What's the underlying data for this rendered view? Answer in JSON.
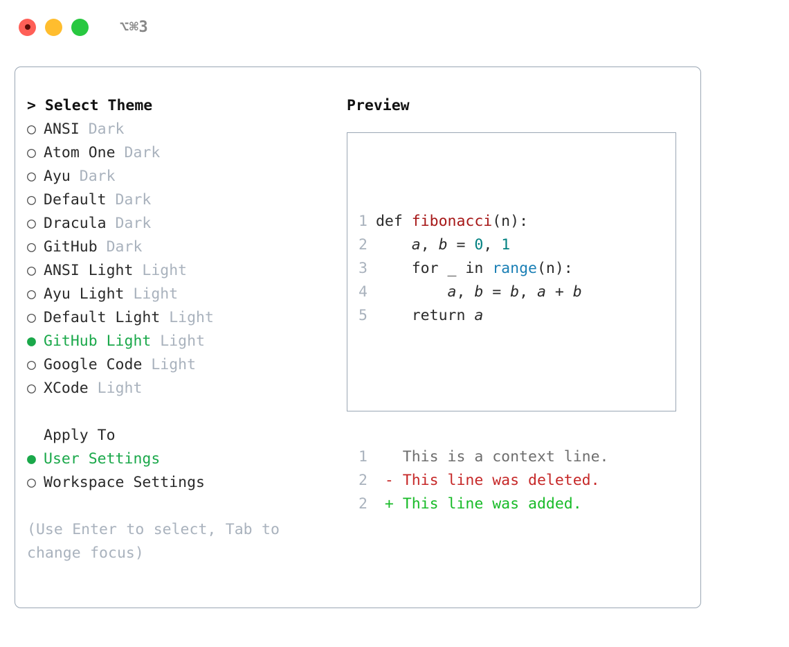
{
  "titlebar": {
    "shortcut": "⌥⌘3",
    "buttons": [
      {
        "name": "close",
        "color": "#ff5f57"
      },
      {
        "name": "minimize",
        "color": "#ffbd2e"
      },
      {
        "name": "maximize",
        "color": "#28c840"
      }
    ]
  },
  "theme_picker": {
    "heading": "> Select Theme",
    "items": [
      {
        "marker": "○",
        "label": "ANSI",
        "tag": "Dark",
        "selected": false
      },
      {
        "marker": "○",
        "label": "Atom One",
        "tag": "Dark",
        "selected": false
      },
      {
        "marker": "○",
        "label": "Ayu",
        "tag": "Dark",
        "selected": false
      },
      {
        "marker": "○",
        "label": "Default",
        "tag": "Dark",
        "selected": false
      },
      {
        "marker": "○",
        "label": "Dracula",
        "tag": "Dark",
        "selected": false
      },
      {
        "marker": "○",
        "label": "GitHub",
        "tag": "Dark",
        "selected": false
      },
      {
        "marker": "○",
        "label": "ANSI Light",
        "tag": "Light",
        "selected": false
      },
      {
        "marker": "○",
        "label": "Ayu Light",
        "tag": "Light",
        "selected": false
      },
      {
        "marker": "○",
        "label": "Default Light",
        "tag": "Light",
        "selected": false
      },
      {
        "marker": "●",
        "label": "GitHub Light",
        "tag": "Light",
        "selected": true
      },
      {
        "marker": "○",
        "label": "Google Code",
        "tag": "Light",
        "selected": false
      },
      {
        "marker": "○",
        "label": "XCode",
        "tag": "Light",
        "selected": false
      }
    ]
  },
  "apply_to": {
    "heading": "Apply To",
    "items": [
      {
        "marker": "●",
        "label": "User Settings",
        "selected": true
      },
      {
        "marker": "○",
        "label": "Workspace Settings",
        "selected": false
      }
    ]
  },
  "hint": "(Use Enter to select, Tab to change focus)",
  "preview": {
    "heading": "Preview",
    "code_lines": [
      {
        "num": "1",
        "indent": "",
        "parts": [
          {
            "t": "def ",
            "k": "plain"
          },
          {
            "t": "fibonacci",
            "k": "fn"
          },
          {
            "t": "(n):",
            "k": "plain"
          }
        ]
      },
      {
        "num": "2",
        "indent": "    ",
        "parts": [
          {
            "t": "a",
            "k": "var"
          },
          {
            "t": ", ",
            "k": "plain"
          },
          {
            "t": "b",
            "k": "var"
          },
          {
            "t": " = ",
            "k": "plain"
          },
          {
            "t": "0",
            "k": "num"
          },
          {
            "t": ", ",
            "k": "plain"
          },
          {
            "t": "1",
            "k": "num"
          }
        ]
      },
      {
        "num": "3",
        "indent": "    ",
        "parts": [
          {
            "t": "for _ in ",
            "k": "plain"
          },
          {
            "t": "range",
            "k": "bi"
          },
          {
            "t": "(n):",
            "k": "plain"
          }
        ]
      },
      {
        "num": "4",
        "indent": "        ",
        "parts": [
          {
            "t": "a",
            "k": "var"
          },
          {
            "t": ", ",
            "k": "plain"
          },
          {
            "t": "b",
            "k": "var"
          },
          {
            "t": " = ",
            "k": "plain"
          },
          {
            "t": "b",
            "k": "var"
          },
          {
            "t": ", ",
            "k": "plain"
          },
          {
            "t": "a",
            "k": "var"
          },
          {
            "t": " + ",
            "k": "plain"
          },
          {
            "t": "b",
            "k": "var"
          }
        ]
      },
      {
        "num": "5",
        "indent": "    ",
        "parts": [
          {
            "t": "return ",
            "k": "plain"
          },
          {
            "t": "a",
            "k": "var"
          }
        ]
      }
    ],
    "diff_lines": [
      {
        "num": "1",
        "sign": " ",
        "text": "This is a context line.",
        "kind": "context"
      },
      {
        "num": "2",
        "sign": "-",
        "text": "This line was deleted.",
        "kind": "deleted"
      },
      {
        "num": "2",
        "sign": "+",
        "text": "This line was added.",
        "kind": "added"
      }
    ]
  },
  "colors": {
    "accent_green": "#1aa84a",
    "muted": "#a9b2bd",
    "border": "#9aa6b4",
    "function": "#a61717",
    "number": "#008080",
    "builtin": "#1a7fb5",
    "diff_added": "#18bb28",
    "diff_deleted": "#c62828",
    "diff_context": "#6e6e6e"
  }
}
